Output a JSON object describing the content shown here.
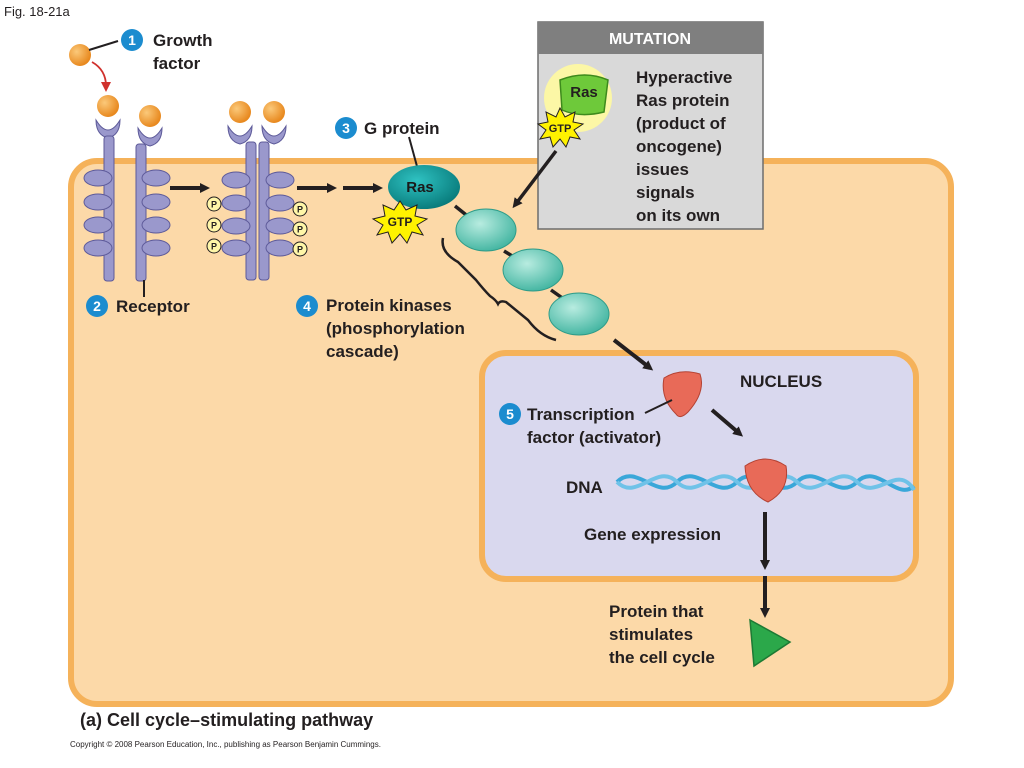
{
  "figure_label": "Fig. 18-21a",
  "steps": {
    "growth_factor": {
      "num": "1",
      "lines": [
        "Growth",
        "factor"
      ]
    },
    "receptor": {
      "num": "2",
      "label": "Receptor"
    },
    "g_protein": {
      "num": "3",
      "label": "G protein"
    },
    "kinases": {
      "num": "4",
      "lines": [
        "Protein kinases",
        "(phosphorylation",
        "cascade)"
      ]
    },
    "transcription": {
      "num": "5",
      "lines": [
        "Transcription",
        "factor (activator)"
      ]
    }
  },
  "ras_label": "Ras",
  "gtp_label": "GTP",
  "phosphate_label": "P",
  "mutation": {
    "title": "MUTATION",
    "ras_label": "Ras",
    "gtp_label": "GTP",
    "lines": [
      "Hyperactive",
      "Ras protein",
      "(product of",
      "oncogene)",
      "issues",
      "signals",
      "on its own"
    ]
  },
  "nucleus_label": "NUCLEUS",
  "dna_label": "DNA",
  "gene_expression_label": "Gene expression",
  "protein_lines": [
    "Protein that",
    "stimulates",
    "the cell cycle"
  ],
  "caption": "(a) Cell cycle–stimulating pathway",
  "copyright": "Copyright © 2008 Pearson Education, Inc., publishing as Pearson Benjamin Cummings.",
  "colors": {
    "cell_fill": "#fcd9a8",
    "cell_border": "#f5b25a",
    "nucleus_fill": "#d9d8ee",
    "receptor": "#9a98cc",
    "ras": "#0f9a9a",
    "kinase": "#6cc9b7",
    "badge": "#1b8ccf",
    "gtp_star": "#fff200",
    "mutation_box": "#d9d9d9",
    "mutation_header": "#7f7f7f",
    "activator": "#e86a58",
    "dna": "#3aa7d9",
    "protein_triangle": "#2ba84a"
  }
}
